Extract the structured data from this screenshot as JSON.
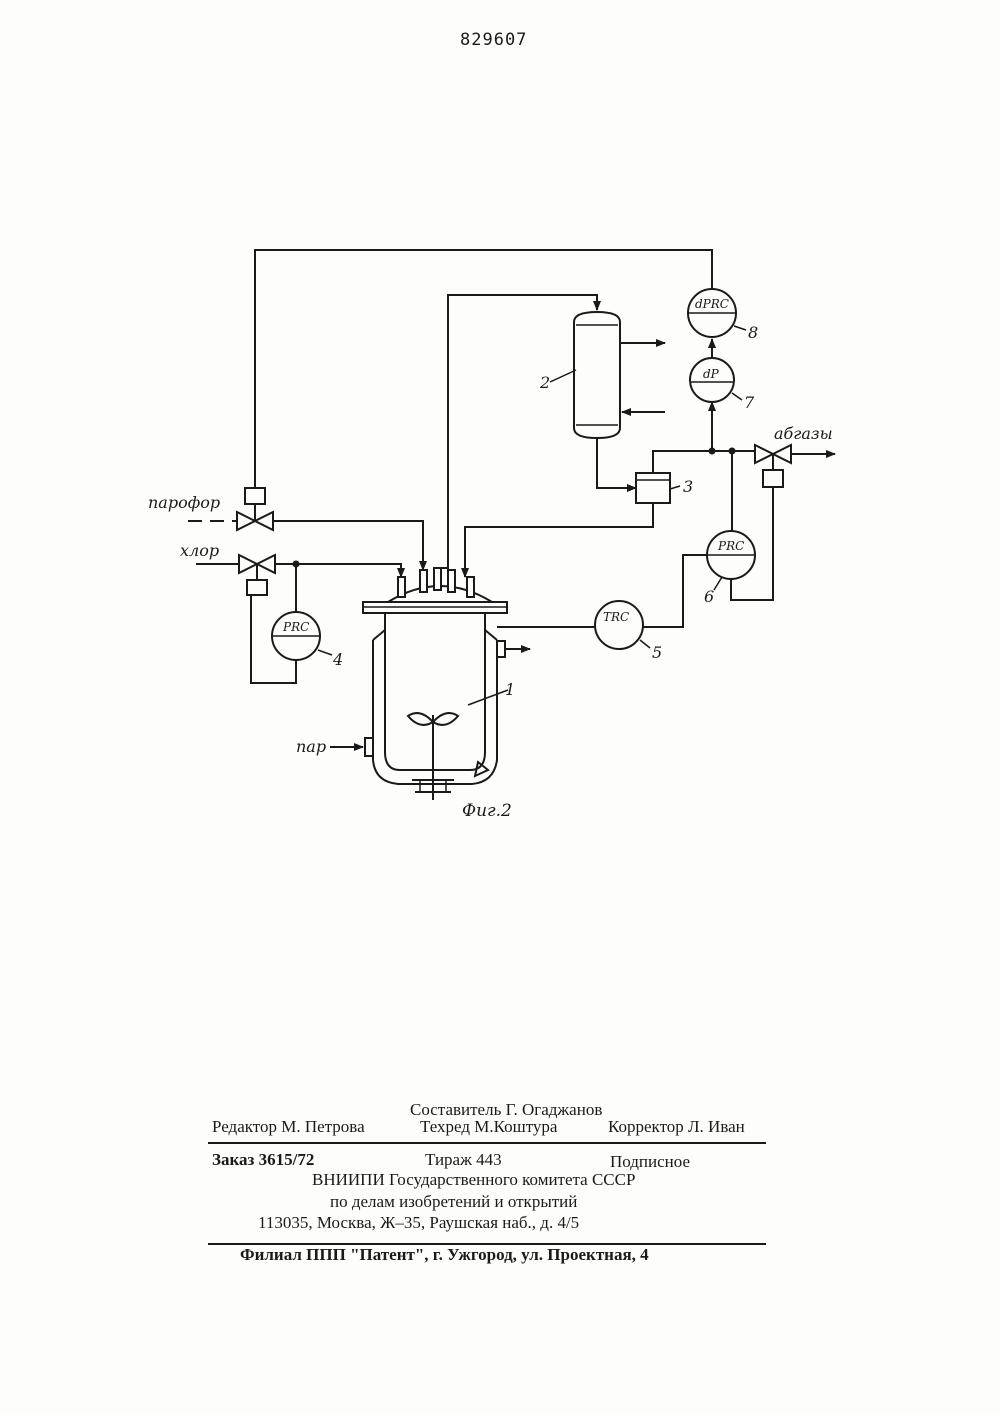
{
  "header": {
    "patent_number": "829607"
  },
  "figure": {
    "caption": "Фиг.2",
    "streams": {
      "parofor": "парофор",
      "chlorine": "хлор",
      "steam": "пар",
      "offgas": "абгазы"
    },
    "instruments": {
      "prc_4": "PRC",
      "trc_5": "TRC",
      "prc_6": "PRC",
      "dp_7": "dP",
      "dprc_8": "dPRC"
    },
    "positions": {
      "p1": "1",
      "p2": "2",
      "p3": "3",
      "p4": "4",
      "p5": "5",
      "p6": "6",
      "p7": "7",
      "p8": "8"
    }
  },
  "imprint": {
    "compiler": "Составитель Г. Огаджанов",
    "editor": "Редактор М. Петрова",
    "techred": "Техред М.Коштура",
    "corrector": "Корректор Л. Иван",
    "order": "Заказ 3615/72",
    "circulation": "Тираж 443",
    "subscription": "Подписное",
    "org_line1": "ВНИИПИ Государственного комитета СССР",
    "org_line2": "по делам изобретений и открытий",
    "address": "113035, Москва, Ж–35, Раушская наб., д. 4/5",
    "branch": "Филиал ППП \"Патент\", г. Ужгород, ул. Проектная, 4"
  }
}
